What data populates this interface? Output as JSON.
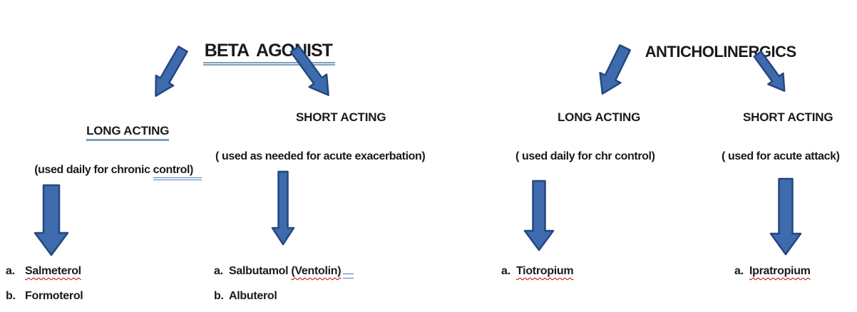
{
  "colors": {
    "arrow_fill": "#3E6BAE",
    "arrow_stroke": "#24477E",
    "title_underline_blue": "#7E9EC0",
    "control_double_underline_blue": "#4D7AB0",
    "spellcheck_squiggle_red": "#C00000",
    "text": "#1A1A1A",
    "background": "#FFFFFF"
  },
  "icons": {
    "diagonal_left": "arrow-down-left-icon",
    "diagonal_right": "arrow-down-right-icon",
    "vertical": "arrow-down-icon"
  },
  "beta_agonist": {
    "title": "BETA  AGONIST",
    "long_acting": {
      "label": "LONG ACTING",
      "description_prefix": "(used daily for chronic ",
      "description_underlined": "control)",
      "items": [
        {
          "prefix": "a.",
          "name": "Salmeterol"
        },
        {
          "prefix": "b.",
          "name": "Formoterol"
        }
      ]
    },
    "short_acting": {
      "label": "SHORT ACTING",
      "description": "( used as needed for acute exacerbation)",
      "items": [
        {
          "prefix": "a.",
          "name": "Salbutamol ",
          "name_highlight": "(Ventolin)"
        },
        {
          "prefix": "b.",
          "name": "Albuterol"
        }
      ]
    }
  },
  "anticholinergics": {
    "title": "ANTICHOLINERGICS",
    "long_acting": {
      "label": "LONG ACTING",
      "description": "( used daily for chr control)",
      "items": [
        {
          "prefix": "a.",
          "name": "Tiotropium"
        }
      ]
    },
    "short_acting": {
      "label": "SHORT ACTING",
      "description": "( used for acute attack)",
      "items": [
        {
          "prefix": "a.",
          "name": "Ipratropium"
        }
      ]
    }
  }
}
